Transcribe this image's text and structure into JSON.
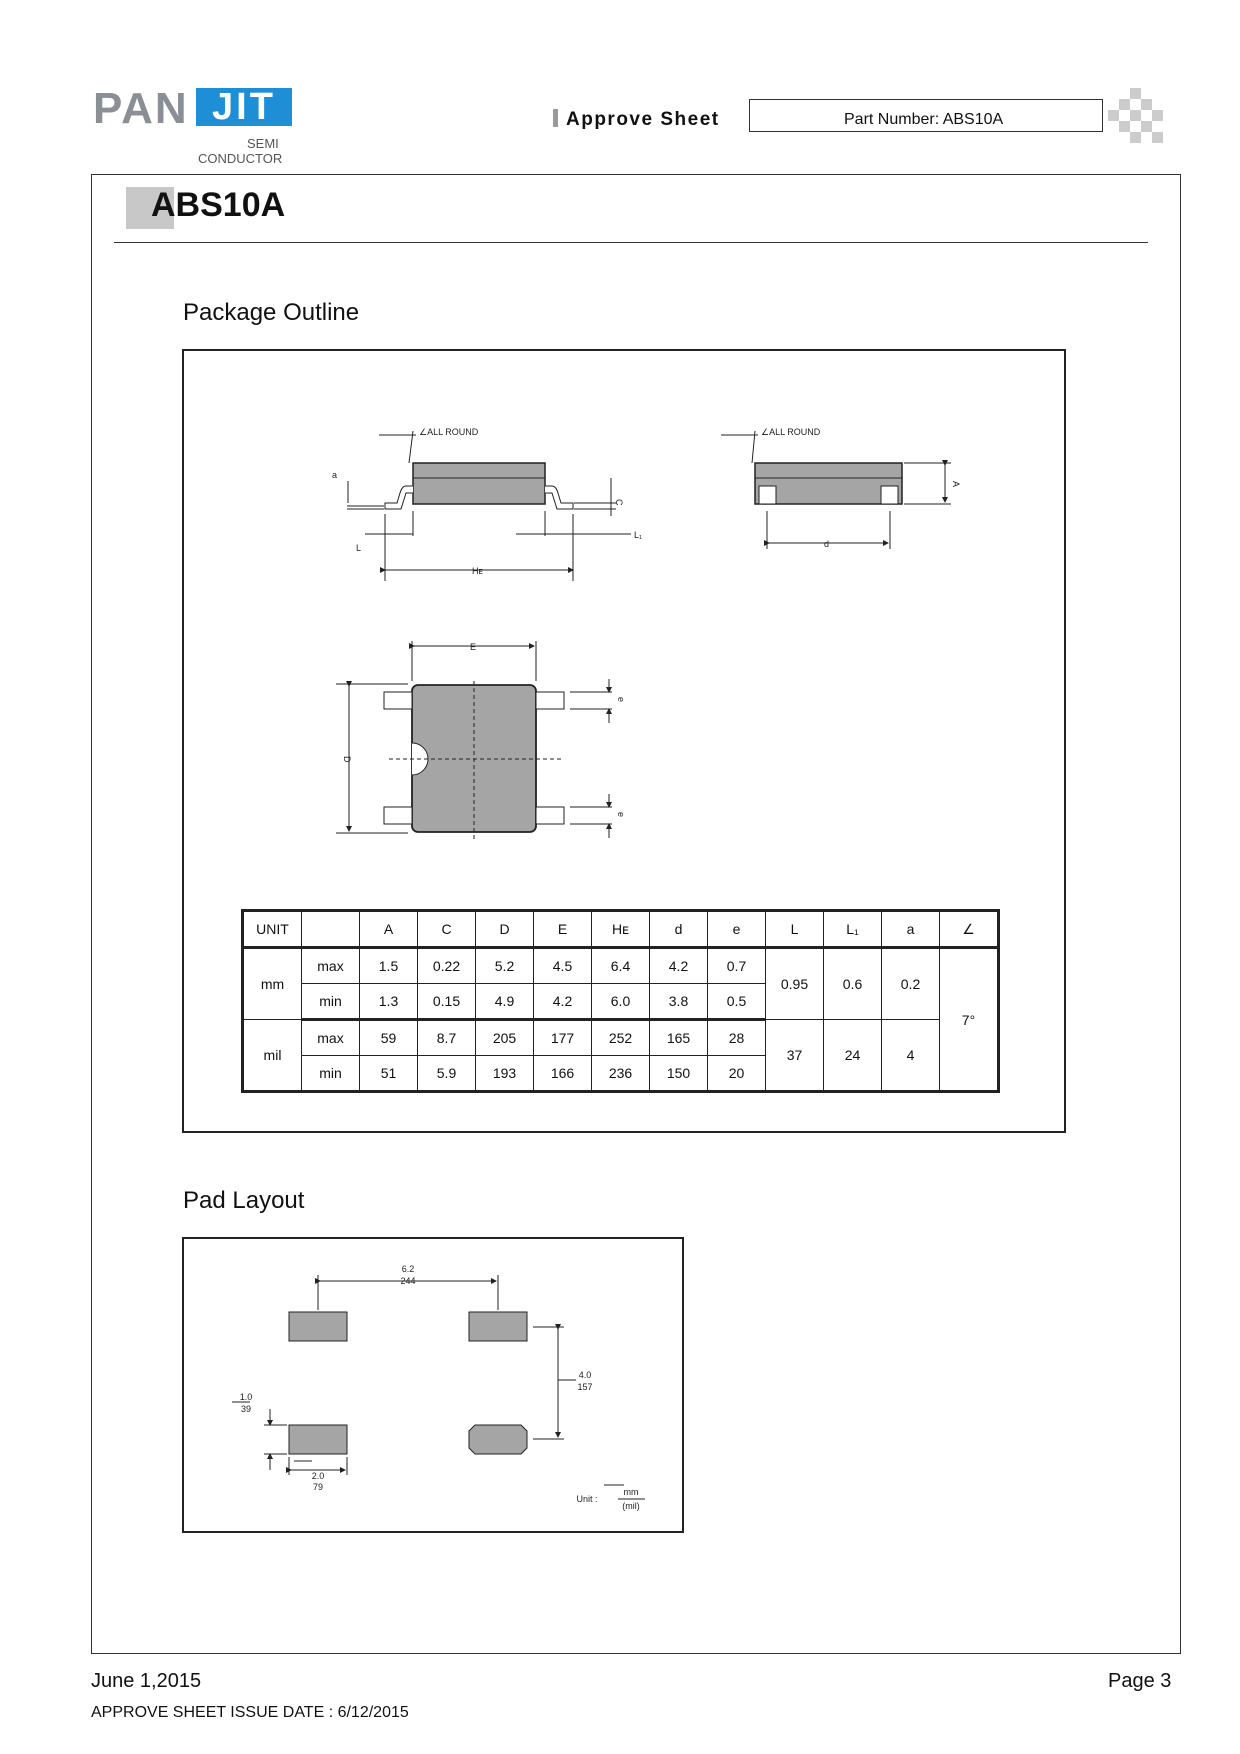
{
  "header": {
    "logo_left": "PAN",
    "logo_right": "JIT",
    "logo_semi": "SEMI",
    "logo_conductor": "CONDUCTOR",
    "approve_label": "Approve Sheet",
    "part_number": "Part Number: ABS10A"
  },
  "title": "ABS10A",
  "package_outline": {
    "heading": "Package Outline",
    "labels": {
      "all_round_1": "∠ALL ROUND",
      "all_round_2": "∠ALL ROUND",
      "a": "a",
      "c": "C",
      "l": "L",
      "l1": "L₁",
      "he": "Hᴇ",
      "big_a": "A",
      "d_small": "d",
      "e_top": "E",
      "d_big": "D",
      "e1": "e",
      "e2": "e"
    },
    "table": {
      "headers": [
        "UNIT",
        "",
        "A",
        "C",
        "D",
        "E",
        "Hᴇ",
        "d",
        "e",
        "L",
        "L₁",
        "a",
        "∠"
      ],
      "rows": [
        {
          "unit": "mm",
          "kind": "max",
          "A": "1.5",
          "C": "0.22",
          "D": "5.2",
          "E": "4.5",
          "HE": "6.4",
          "d": "4.2",
          "e": "0.7"
        },
        {
          "unit": "",
          "kind": "min",
          "A": "1.3",
          "C": "0.15",
          "D": "4.9",
          "E": "4.2",
          "HE": "6.0",
          "d": "3.8",
          "e": "0.5"
        },
        {
          "unit": "mil",
          "kind": "max",
          "A": "59",
          "C": "8.7",
          "D": "205",
          "E": "177",
          "HE": "252",
          "d": "165",
          "e": "28"
        },
        {
          "unit": "",
          "kind": "min",
          "A": "51",
          "C": "5.9",
          "D": "193",
          "E": "166",
          "HE": "236",
          "d": "150",
          "e": "20"
        }
      ],
      "merged": {
        "mm_L": "0.95",
        "mm_L1": "0.6",
        "mm_a": "0.2",
        "mil_L": "37",
        "mil_L1": "24",
        "mil_a": "4",
        "angle": "7°"
      }
    }
  },
  "pad_layout": {
    "heading": "Pad Layout",
    "dim_width_mm": "6.2",
    "dim_width_mil": "244",
    "dim_height_mm": "4.0",
    "dim_height_mil": "157",
    "dim_pad_h_mm": "1.0",
    "dim_pad_h_mil": "39",
    "dim_pad_w_mm": "2.0",
    "dim_pad_w_mil": "79",
    "unit_label": "Unit :",
    "unit_mm": "mm",
    "unit_mil": "(mil)"
  },
  "footer": {
    "date": "June 1,2015",
    "page": "Page 3",
    "issue": "APPROVE SHEET ISSUE DATE : 6/12/2015"
  }
}
